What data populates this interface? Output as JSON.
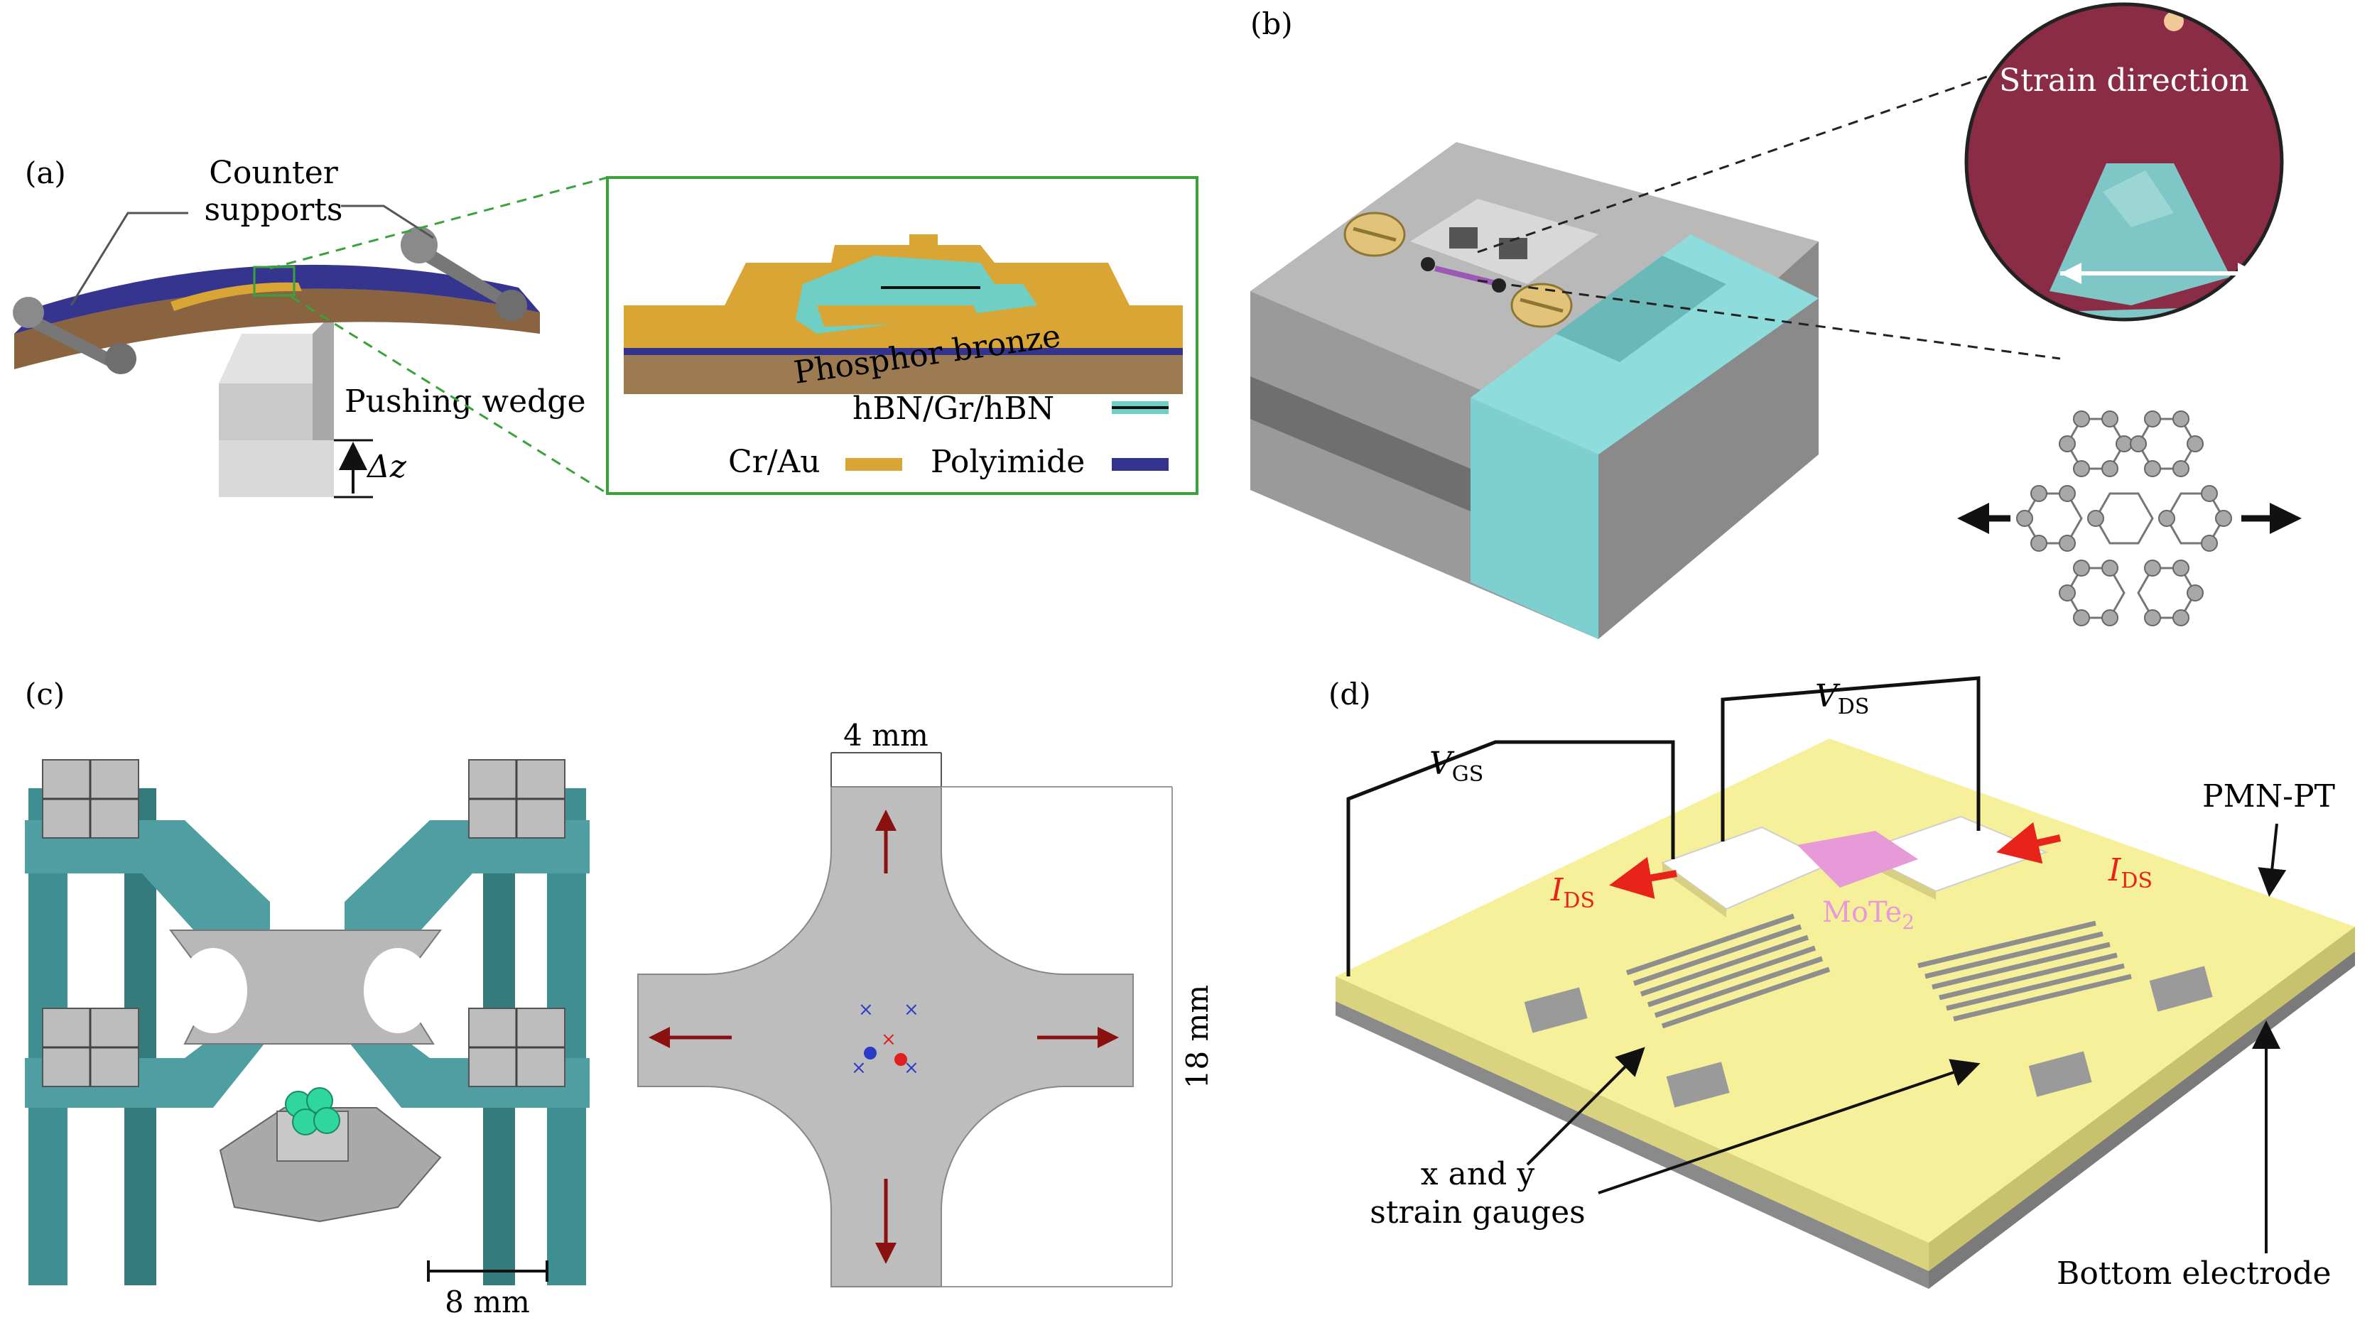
{
  "panel_a": {
    "tag": "(a)",
    "counter_supports_line1": "Counter",
    "counter_supports_line2": "supports",
    "pushing_wedge": "Pushing wedge",
    "delta_z": "Δz",
    "inset_substrate": "Phosphor bronze",
    "legend_hbn": "hBN/Gr/hBN",
    "legend_crau": "Cr/Au",
    "legend_polyimide": "Polyimide",
    "colors": {
      "crau": "#d9a636",
      "polyimide": "#34348f",
      "hbn": "#6fcfc4",
      "bronze": "#9c7a52",
      "inset_border": "#3aa23a"
    }
  },
  "panel_b": {
    "tag": "(b)",
    "strain_direction": "Strain direction",
    "colors": {
      "substrate": "#8a2c45",
      "flake": "#7fc7c6",
      "block": "#a8a8a8",
      "cyan": "#7ed0d0"
    }
  },
  "panel_c": {
    "tag": "(c)",
    "width_label": "4 mm",
    "height_label": "18 mm",
    "scale_bar": "8 mm",
    "colors": {
      "frame": "#3f8f92",
      "arrow": "#8b1010",
      "cross": "#9a9a9a"
    }
  },
  "panel_d": {
    "tag": "(d)",
    "vds_main": "V",
    "vds_sub": "DS",
    "vgs_main": "V",
    "vgs_sub": "GS",
    "ids_main": "I",
    "ids_sub": "DS",
    "mote_main": "MoTe",
    "mote_sub": "2",
    "pmn_pt": "PMN-PT",
    "gauges_line1": "x and y",
    "gauges_line2": "strain gauges",
    "bottom_electrode": "Bottom electrode",
    "colors": {
      "substrate": "#f7f09a",
      "mote2": "#e79ad8",
      "current": "#e8231a"
    }
  }
}
